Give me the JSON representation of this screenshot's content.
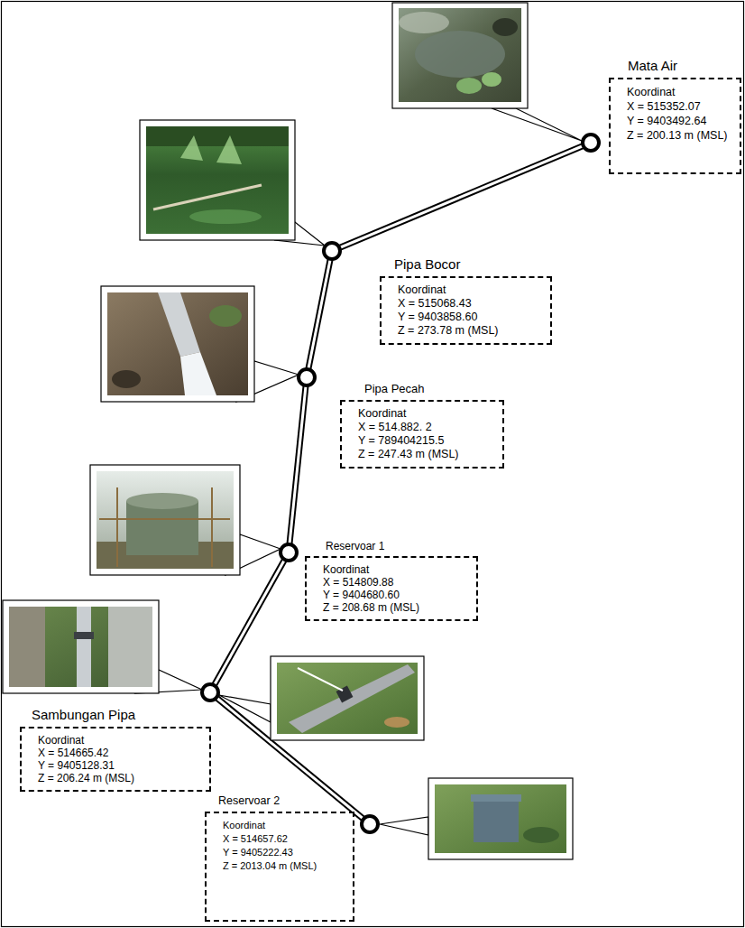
{
  "diagram": {
    "nodes": [
      {
        "text": [
          "Mata Air",
          "Koordinat",
          "X = 515352.07",
          "Y = 9403492.64",
          "Z = 200.13 m (MSL)"
        ]
      },
      {
        "text": [
          "Pipa Bocor",
          "Koordinat",
          "X = 515068.43",
          "Y = 9403858.60",
          "Z = 273.78 m (MSL)"
        ]
      },
      {
        "text": [
          "Pipa Pecah",
          "Koordinat",
          "X = 514.882. 2",
          "Y = 789404215.5",
          "Z = 247.43 m (MSL)"
        ]
      },
      {
        "text": [
          "Reservoar 1",
          "Koordinat",
          "X = 514809.88",
          "Y = 9404680.60",
          "Z = 208.68 m (MSL)"
        ]
      },
      {
        "text": [
          "Sambungan Pipa",
          "Koordinat",
          "X = 514665.42",
          "Y = 9405128.31",
          "Z = 206.24 m (MSL)"
        ]
      },
      {
        "text": [
          "Reservoar 2",
          "Koordinat",
          "X = 514657.62",
          "Y = 9405222.43",
          "Z = 2013.04 m (MSL)"
        ]
      }
    ],
    "edges": [
      {
        "from": 0,
        "to": 1,
        "arrow": "none"
      },
      {
        "from": 1,
        "to": 2,
        "arrow": "none"
      },
      {
        "from": 2,
        "to": 3,
        "arrow": "none"
      },
      {
        "from": 3,
        "to": 4,
        "arrow": "none"
      },
      {
        "from": 4,
        "to": 5,
        "arrow": "none"
      }
    ]
  }
}
